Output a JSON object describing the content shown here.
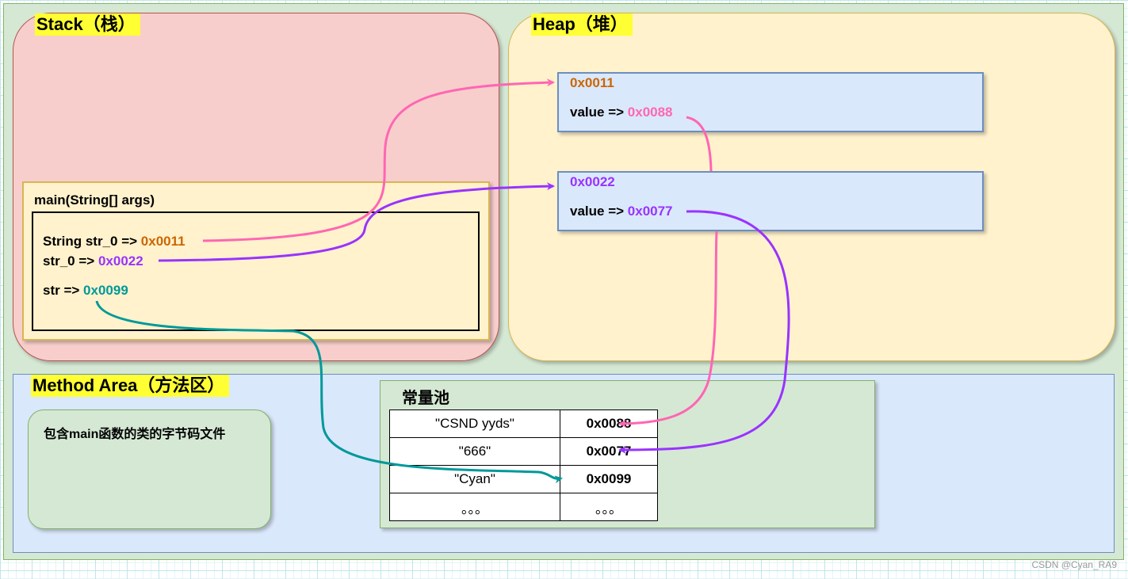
{
  "stack": {
    "title": "Stack（栈）"
  },
  "heap": {
    "title": "Heap（堆）"
  },
  "method_area": {
    "title": "Method Area（方法区）"
  },
  "main_frame": {
    "label": "main(String[] args)",
    "vars": [
      {
        "prefix": "String str_0 => ",
        "ref": "0x0011"
      },
      {
        "prefix": "str_0 => ",
        "ref": "0x0022"
      },
      {
        "prefix": "str => ",
        "ref": "0x0099"
      }
    ]
  },
  "heap_objects": [
    {
      "address": "0x0011",
      "field": "value => ",
      "ref": "0x0088"
    },
    {
      "address": "0x0022",
      "field": "value => ",
      "ref": "0x0077"
    }
  ],
  "bytecode": {
    "label": "包含main函数的类的字节码文件"
  },
  "constant_pool": {
    "title": "常量池",
    "rows": [
      {
        "value": "\"CSND yyds\"",
        "address": "0x0088"
      },
      {
        "value": "\"666\"",
        "address": "0x0077"
      },
      {
        "value": "\"Cyan\"",
        "address": "0x0099"
      },
      {
        "value": "。。。",
        "address": "。。。"
      }
    ]
  },
  "colors": {
    "orange": "#cc6600",
    "pink": "#ff66b3",
    "purple": "#9933ff",
    "teal": "#009999"
  },
  "watermark": "CSDN @Cyan_RA9"
}
